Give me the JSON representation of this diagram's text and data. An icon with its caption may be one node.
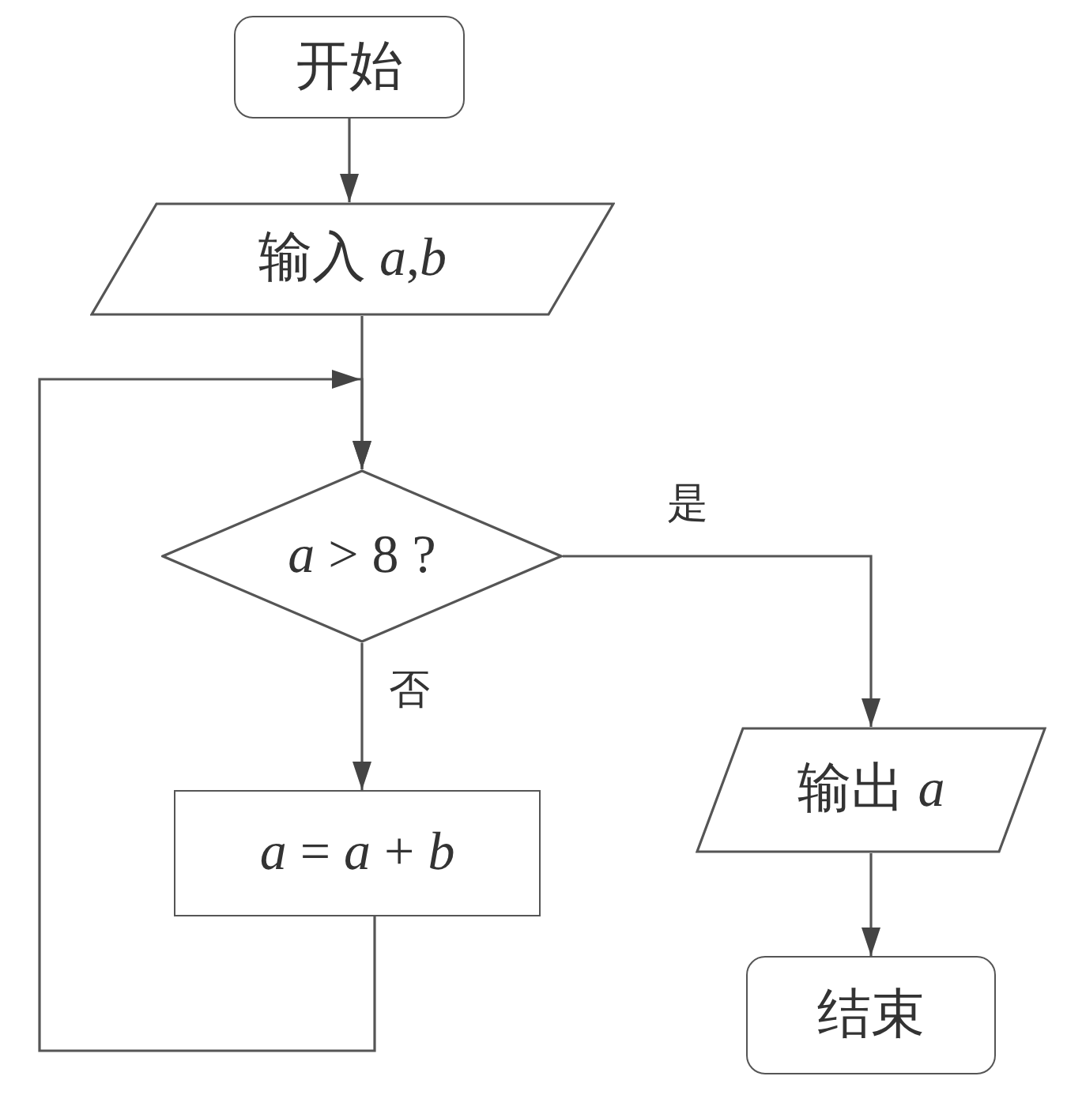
{
  "diagram": {
    "nodes": [
      {
        "text": [
          "开始"
        ]
      },
      {
        "text": [
          "输入 *a*,*b*"
        ]
      },
      {
        "text": [
          "*a* > 8 ?"
        ]
      },
      {
        "text": [
          "*a* = *a* + *b*"
        ]
      },
      {
        "text": [
          "输出 *a*"
        ]
      },
      {
        "text": [
          "结束"
        ]
      }
    ],
    "edges": [
      {
        "from": 0,
        "to": 1,
        "arrow": "to"
      },
      {
        "from": 1,
        "to": 2,
        "arrow": "to"
      },
      {
        "from": 2,
        "to": 4,
        "arrow": "to",
        "label": "是"
      },
      {
        "from": 2,
        "to": 3,
        "arrow": "to",
        "label": "否"
      },
      {
        "from": 3,
        "to": 2,
        "arrow": "to"
      },
      {
        "from": 4,
        "to": 5,
        "arrow": "to"
      }
    ]
  }
}
